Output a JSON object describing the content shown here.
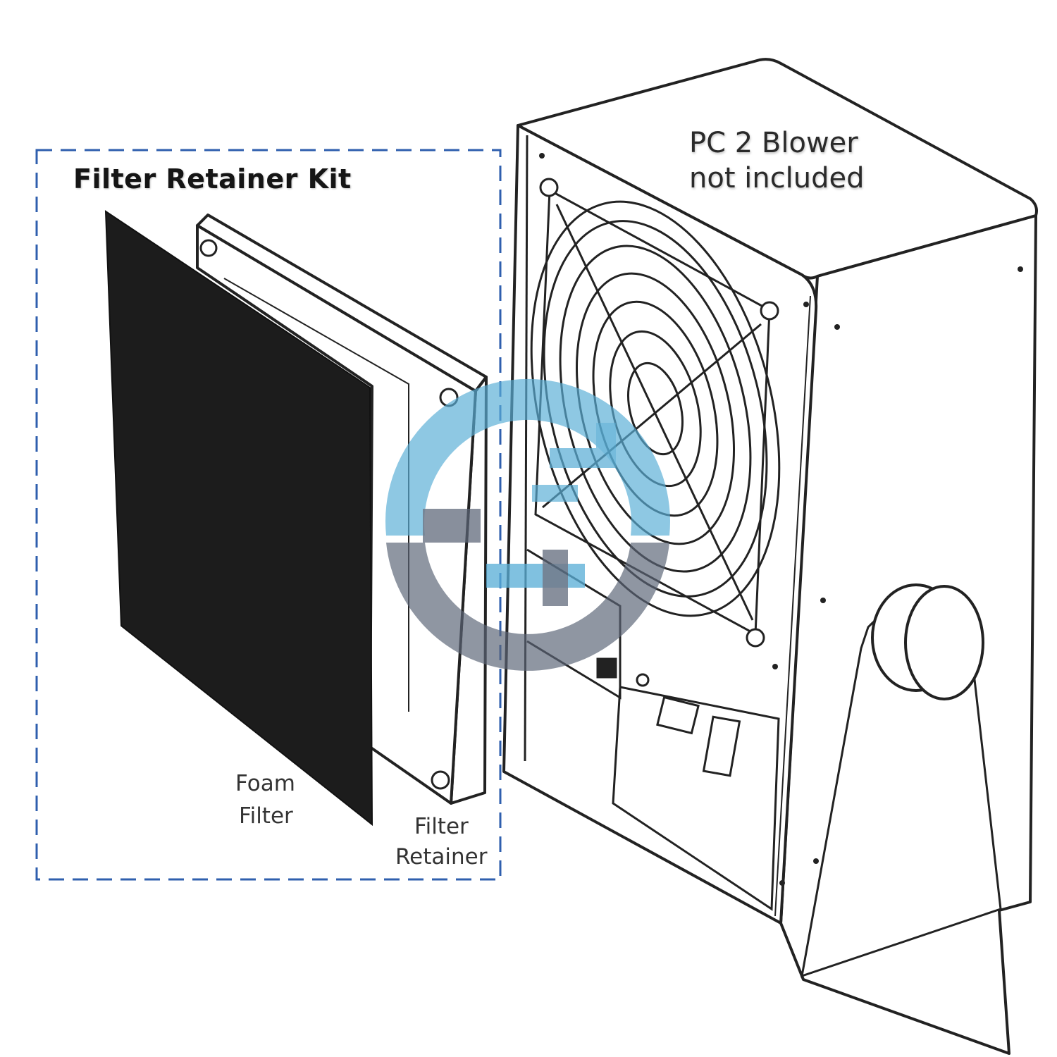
{
  "kit": {
    "title": "Filter Retainer Kit",
    "foam_filter": [
      "Foam",
      "Filter"
    ],
    "filter_retainer": [
      "Filter",
      "Retainer"
    ]
  },
  "blower": {
    "line1": "PC 2 Blower",
    "line2": "not included"
  },
  "colors": {
    "dash_border": "#2f5fae",
    "foam": "#1c1c1c",
    "outline": "#222222",
    "watermark_light": "#5aaed6",
    "watermark_dark": "#5b6577"
  }
}
